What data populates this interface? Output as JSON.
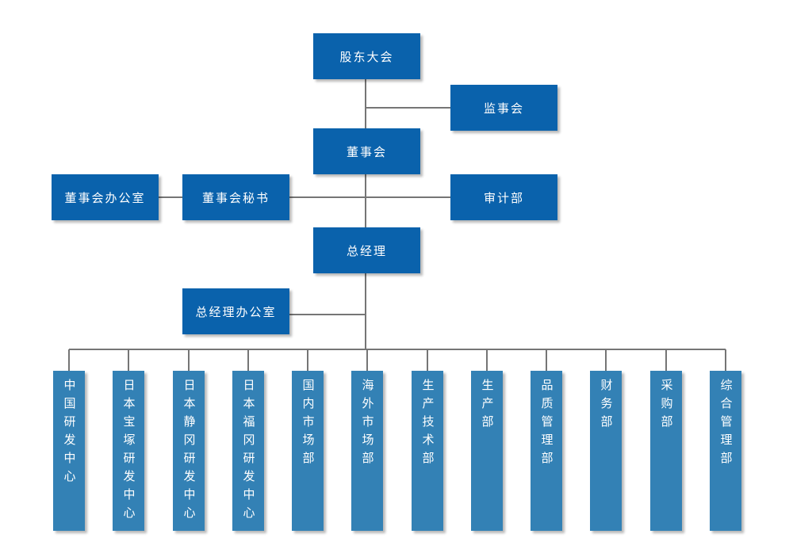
{
  "chart_title": "",
  "colors": {
    "node_primary": "#0a62ac",
    "node_secondary": "#3381b5",
    "line": "#757575",
    "text": "#ffffff"
  },
  "nodes": {
    "shareholders_meeting": {
      "label": "股东大会"
    },
    "supervisory_board": {
      "label": "监事会"
    },
    "board_of_directors": {
      "label": "董事会"
    },
    "board_office": {
      "label": "董事会办公室"
    },
    "board_secretary": {
      "label": "董事会秘书"
    },
    "audit_department": {
      "label": "审计部"
    },
    "general_manager": {
      "label": "总经理"
    },
    "gm_office": {
      "label": "总经理办公室"
    },
    "departments": [
      "中国研发中心",
      "日本宝塚研发中心",
      "日本静冈研发中心",
      "日本福冈研发中心",
      "国内市场部",
      "海外市场部",
      "生产技术部",
      "生产部",
      "品质管理部",
      "财务部",
      "采购部",
      "综合管理部"
    ]
  }
}
